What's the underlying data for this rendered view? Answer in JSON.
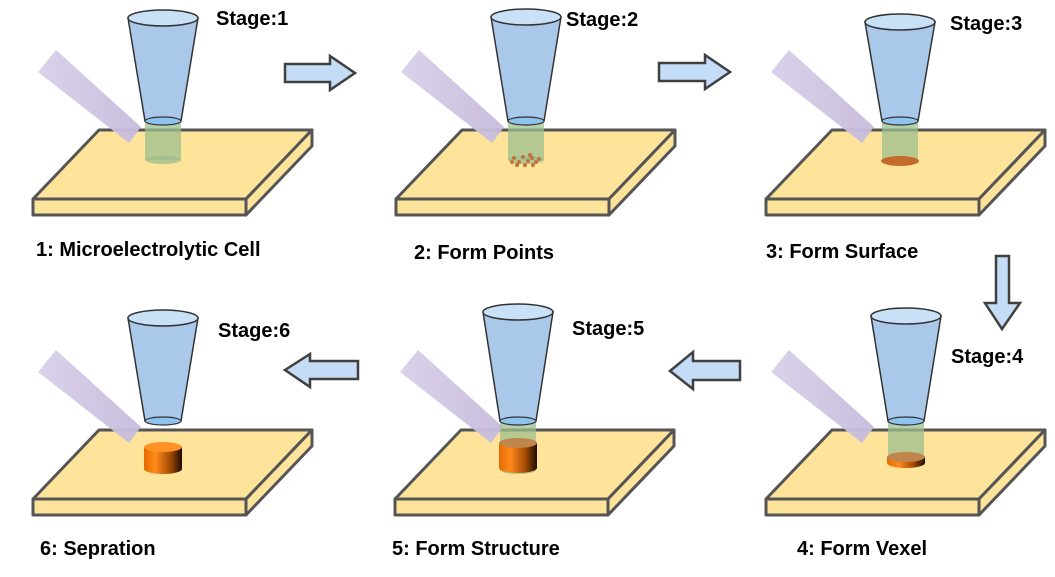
{
  "colors": {
    "substrate_fill": "#fde49a",
    "substrate_stroke": "#555555",
    "nozzle_fill": "#a9c8ea",
    "nozzle_rim": "#c9e1f7",
    "nozzle_stroke": "#333333",
    "laser_fill": "#c9bedf",
    "column_fill": "#9cbf8e",
    "deposit_top": "#c0854a",
    "deposit_dark": "#2a1200",
    "deposit_light": "#ff8a1c",
    "arrow_fill": "#c5dcf7",
    "arrow_stroke": "#404040"
  },
  "stages": [
    {
      "id": 1,
      "stage_label": "Stage:1",
      "caption": "1: Microelectrolytic Cell",
      "deposit": "none"
    },
    {
      "id": 2,
      "stage_label": "Stage:2",
      "caption": "2: Form Points",
      "deposit": "points"
    },
    {
      "id": 3,
      "stage_label": "Stage:3",
      "caption": "3: Form Surface",
      "deposit": "surface"
    },
    {
      "id": 4,
      "stage_label": "Stage:4",
      "caption": "4: Form Vexel",
      "deposit": "voxel"
    },
    {
      "id": 5,
      "stage_label": "Stage:5",
      "caption": "5: Form Structure",
      "deposit": "structure"
    },
    {
      "id": 6,
      "stage_label": "Stage:6",
      "caption": "6: Sepration",
      "deposit": "separated"
    }
  ],
  "arrows": [
    {
      "from": 1,
      "to": 2,
      "direction": "right"
    },
    {
      "from": 2,
      "to": 3,
      "direction": "right"
    },
    {
      "from": 3,
      "to": 4,
      "direction": "down"
    },
    {
      "from": 4,
      "to": 5,
      "direction": "left"
    },
    {
      "from": 5,
      "to": 6,
      "direction": "left"
    }
  ]
}
